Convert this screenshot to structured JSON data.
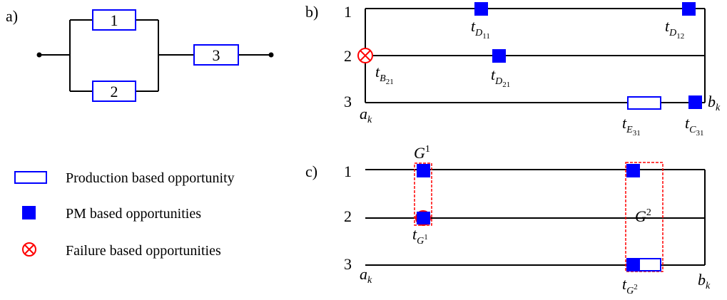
{
  "panel_a": {
    "tag": "a)",
    "components": [
      "1",
      "2",
      "3"
    ]
  },
  "panel_b": {
    "tag": "b)",
    "rows": [
      "1",
      "2",
      "3"
    ],
    "start_label": {
      "base": "a",
      "sub": "k"
    },
    "end_label": {
      "base": "b",
      "sub": "k"
    },
    "events": [
      {
        "base": "t",
        "sub": "D",
        "subsub": "11"
      },
      {
        "base": "t",
        "sub": "D",
        "subsub": "12"
      },
      {
        "base": "t",
        "sub": "B",
        "subsub": "21"
      },
      {
        "base": "t",
        "sub": "D",
        "subsub": "21"
      },
      {
        "base": "t",
        "sub": "E",
        "subsub": "31"
      },
      {
        "base": "t",
        "sub": "C",
        "subsub": "31"
      }
    ]
  },
  "panel_c": {
    "tag": "c)",
    "rows": [
      "1",
      "2",
      "3"
    ],
    "start_label": {
      "base": "a",
      "sub": "k"
    },
    "end_label": {
      "base": "b",
      "sub": "k"
    },
    "groups": [
      {
        "base": "G",
        "sup": "1",
        "time_base": "t",
        "time_sub": "G",
        "time_subsup": "1"
      },
      {
        "base": "G",
        "sup": "2",
        "time_base": "t",
        "time_sub": "G",
        "time_subsup": "2"
      }
    ]
  },
  "legend": [
    {
      "icon": "production-opportunity-icon",
      "label": "Production based opportunity"
    },
    {
      "icon": "pm-opportunity-icon",
      "label": "PM based opportunities"
    },
    {
      "icon": "failure-opportunity-icon",
      "label": "Failure based opportunities"
    }
  ],
  "colors": {
    "blue": "#0000ff",
    "red": "#ff0000",
    "line": "#000000"
  }
}
